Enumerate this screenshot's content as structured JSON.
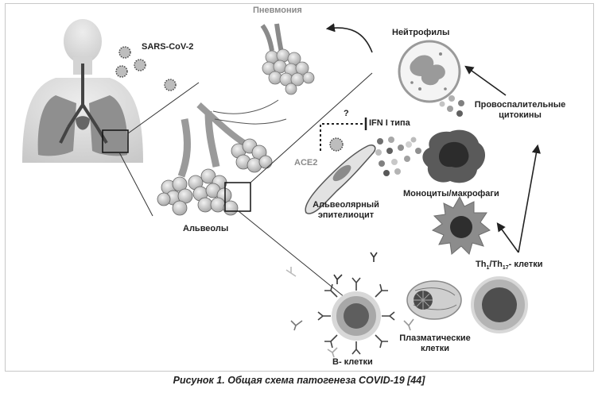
{
  "labels": {
    "pneumonia": "Пневмония",
    "virus": "SARS-CoV-2",
    "neutrophils": "Нейтрофилы",
    "cytokines_line1": "Провоспалительные",
    "cytokines_line2": "цитокины",
    "ifn": "IFN I типа",
    "question": "?",
    "ace2": "ACE2",
    "monocytes": "Моноциты/макрофаги",
    "epithelium_line1": "Альвеолярный",
    "epithelium_line2": "эпителиоцит",
    "alveoli": "Альвеолы",
    "th_prefix": "Th",
    "th_sub1": "1",
    "th_mid": "/Th",
    "th_sub2": "17",
    "th_suffix": "- клетки",
    "plasma_line1": "Плазматические",
    "plasma_line2": "клетки",
    "bcells": "B- клетки"
  },
  "caption": "Рисунок 1. Общая схема патогенеза COVID-19 [44]",
  "colors": {
    "dark": "#3a3a3a",
    "mid": "#8a8a8a",
    "light": "#d6d6d6",
    "frame": "#c8c8c8"
  }
}
